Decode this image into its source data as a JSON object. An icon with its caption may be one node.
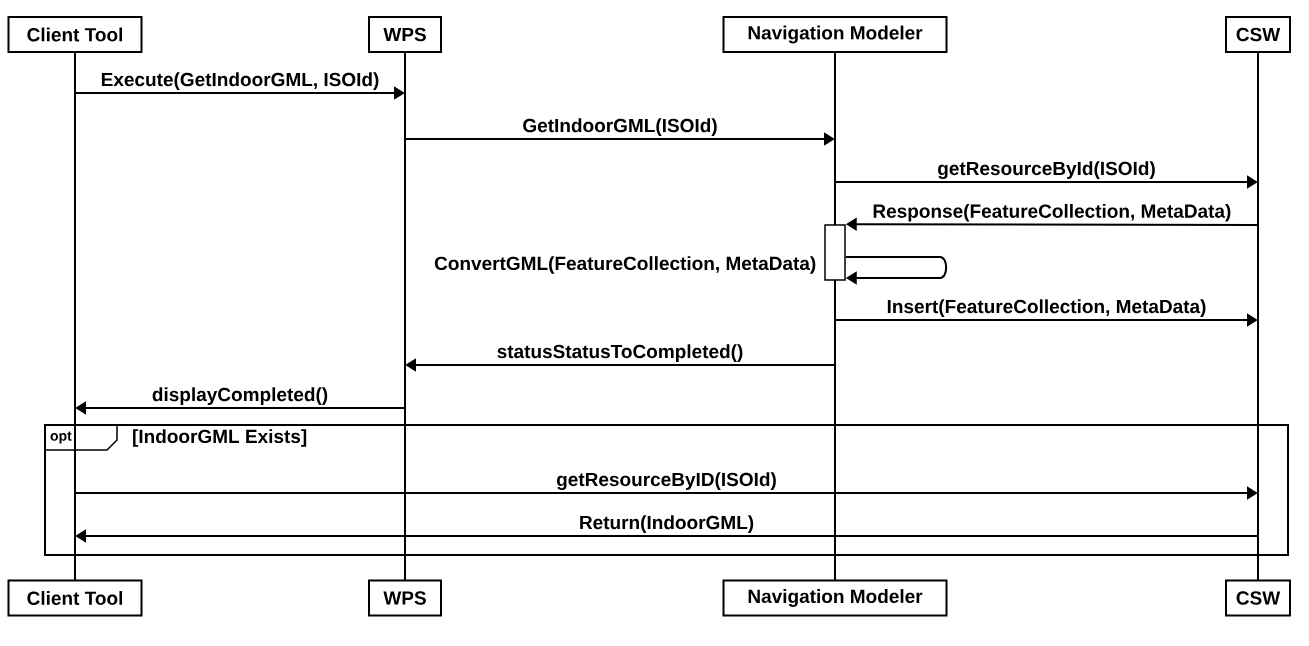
{
  "diagram": {
    "nodes": [
      {
        "text": [
          "Client Tool"
        ]
      },
      {
        "text": [
          "WPS"
        ]
      },
      {
        "text": [
          "Navigation Modeler"
        ]
      },
      {
        "text": [
          "CSW"
        ]
      },
      {
        "text": [],
        "shape": "line"
      },
      {
        "text": [],
        "shape": "line"
      },
      {
        "text": [],
        "shape": "line"
      },
      {
        "text": [],
        "shape": "line"
      },
      {
        "text": [],
        "shape": "bar"
      },
      {
        "text": [
          "opt",
          "[IndoorGML Exists]"
        ]
      },
      {
        "text": [
          "Client Tool"
        ]
      },
      {
        "text": [
          "WPS"
        ]
      },
      {
        "text": [
          "Navigation Modeler"
        ]
      },
      {
        "text": [
          "CSW"
        ]
      }
    ],
    "edges": [
      {
        "from": 4,
        "to": 5,
        "arrow": "to",
        "label": "Execute(GetIndoorGML, ISOId)"
      },
      {
        "from": 5,
        "to": 6,
        "arrow": "to",
        "label": "GetIndoorGML(ISOId)"
      },
      {
        "from": 6,
        "to": 7,
        "arrow": "to",
        "label": "getResourceById(ISOId)"
      },
      {
        "from": 7,
        "to": 8,
        "arrow": "to",
        "label": "Response(FeatureCollection, MetaData)"
      },
      {
        "from": 8,
        "to": 8,
        "arrow": "to",
        "label": "ConvertGML(FeatureCollection, MetaData)"
      },
      {
        "from": 6,
        "to": 7,
        "arrow": "to",
        "label": "Insert(FeatureCollection, MetaData)"
      },
      {
        "from": 6,
        "to": 5,
        "arrow": "to",
        "label": "statusStatusToCompleted()"
      },
      {
        "from": 5,
        "to": 4,
        "arrow": "to",
        "label": "displayCompleted()"
      },
      {
        "from": 4,
        "to": 7,
        "arrow": "to",
        "label": "getResourceByID(ISOId)"
      },
      {
        "from": 7,
        "to": 4,
        "arrow": "to",
        "label": "Return(IndoorGML)"
      }
    ]
  }
}
